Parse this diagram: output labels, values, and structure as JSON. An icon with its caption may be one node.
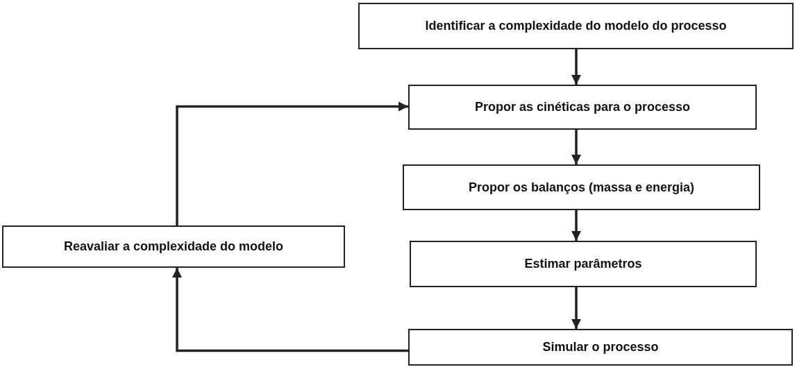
{
  "diagram": {
    "nodes": [
      {
        "text": [
          "Identificar a complexidade do modelo do processo"
        ]
      },
      {
        "text": [
          "Propor as cinéticas para o processo"
        ]
      },
      {
        "text": [
          "Propor os balanços (massa e energia)"
        ]
      },
      {
        "text": [
          "Reavaliar a complexidade do modelo"
        ]
      },
      {
        "text": [
          "Estimar parâmetros"
        ]
      },
      {
        "text": [
          "Simular o processo"
        ]
      }
    ],
    "edges": [
      {
        "from": 0,
        "to": 1,
        "arrow": "to"
      },
      {
        "from": 1,
        "to": 2,
        "arrow": "to"
      },
      {
        "from": 2,
        "to": 4,
        "arrow": "to"
      },
      {
        "from": 4,
        "to": 5,
        "arrow": "to"
      },
      {
        "from": 5,
        "to": 3,
        "arrow": "to"
      },
      {
        "from": 3,
        "to": 1,
        "arrow": "to"
      }
    ]
  }
}
